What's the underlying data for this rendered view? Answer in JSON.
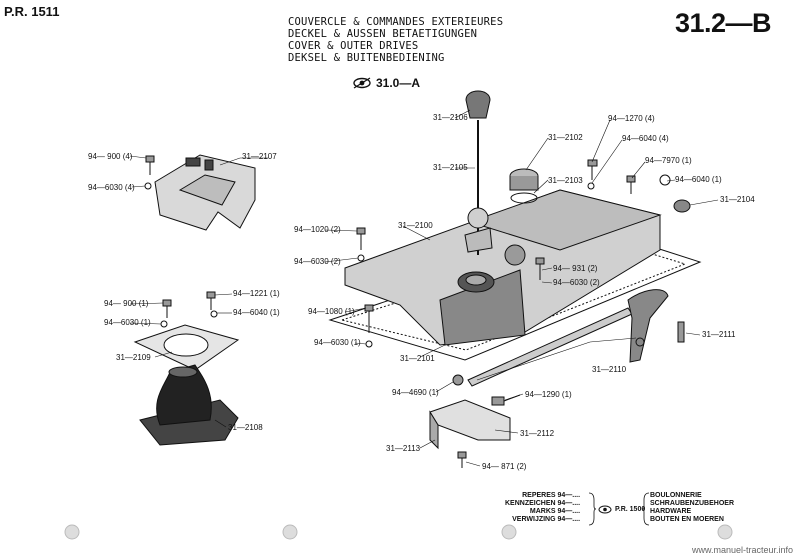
{
  "header": {
    "pr_code": "P.R. 1511",
    "page_number": "31.2—B",
    "title_lines": [
      "COUVERCLE & COMMANDES EXTERIEURES",
      "DECKEL & AUSSEN BETAETIGUNGEN",
      "COVER & OUTER DRIVES",
      "DEKSEL & BUITENBEDIENING"
    ],
    "see_reference": "31.0—A"
  },
  "labels": {
    "l_31_2106": "31—2106",
    "l_31_2102": "31—2102",
    "l_94_1270": "94—1270 (4)",
    "l_94_6040_4": "94—6040 (4)",
    "l_94_7970": "94—7970 (1)",
    "l_94_6040_1": "94—6040 (1)",
    "l_31_2104": "31—2104",
    "l_31_2105": "31—2105",
    "l_31_2103": "31—2103",
    "l_94_900_4": "94— 900 (4)",
    "l_94_6030_4": "94—6030 (4)",
    "l_31_2107": "31—2107",
    "l_94_1020": "94—1020 (2)",
    "l_31_2100": "31—2100",
    "l_94_6030_2": "94—6030 (2)",
    "l_94_931": "94— 931 (2)",
    "l_94_6030_2b": "94—6030 (2)",
    "l_94_900_1": "94— 900 (1)",
    "l_94_1221": "94—1221 (1)",
    "l_94_6030_1": "94—6030 (1)",
    "l_94_6040_1b": "94—6040 (1)",
    "l_94_1080": "94—1080 (1)",
    "l_94_6030_1b": "94—6030 (1)",
    "l_31_2111": "31—2111",
    "l_31_2109": "31—2109",
    "l_31_2101": "31—2101",
    "l_31_2110": "31—2110",
    "l_94_4690": "94—4690 (1)",
    "l_94_1290": "94—1290 (1)",
    "l_31_2108": "31—2108",
    "l_31_2112": "31—2112",
    "l_31_2113": "31—2113",
    "l_94_871": "94— 871 (2)"
  },
  "legend": {
    "left_lines": [
      "REPERES 94—....",
      "KENNZEICHEN 94—....",
      "MARKS 94—....",
      "VERWIJZING 94—...."
    ],
    "middle": "P.R. 1500",
    "right_lines": [
      "BOULONNERIE",
      "SCHRAUBENZUBEHOER",
      "HARDWARE",
      "BOUTEN EN MOEREN"
    ]
  },
  "watermark": "www.manuel-tracteur.info"
}
